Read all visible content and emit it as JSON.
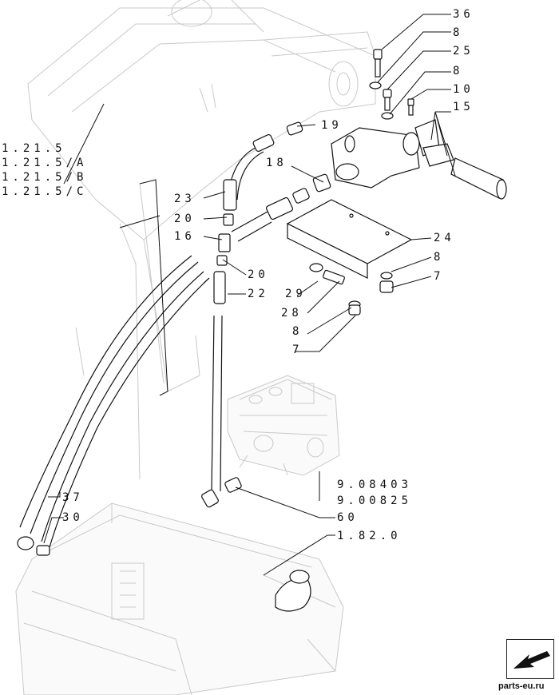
{
  "callouts": {
    "c36": "36",
    "c8a": "8",
    "c25": "25",
    "c8b": "8",
    "c10": "10",
    "c15": "15",
    "c19": "19",
    "c18": "18",
    "c23": "23",
    "c20a": "20",
    "c16": "16",
    "c24": "24",
    "c8c": "8",
    "c7a": "7",
    "c20b": "20",
    "c22": "22",
    "c29": "29",
    "c28": "28",
    "c8d": "8",
    "c7b": "7",
    "c37": "37",
    "c30": "30",
    "c60": "60",
    "c182": "1.82.0"
  },
  "refs": {
    "r1": "1.21.5",
    "r2": "1.21.5/A",
    "r3": "1.21.5/B",
    "r4": "1.21.5/C",
    "r5": "9.08403",
    "r6": "9.00825"
  },
  "watermark": "parts-eu.ru"
}
